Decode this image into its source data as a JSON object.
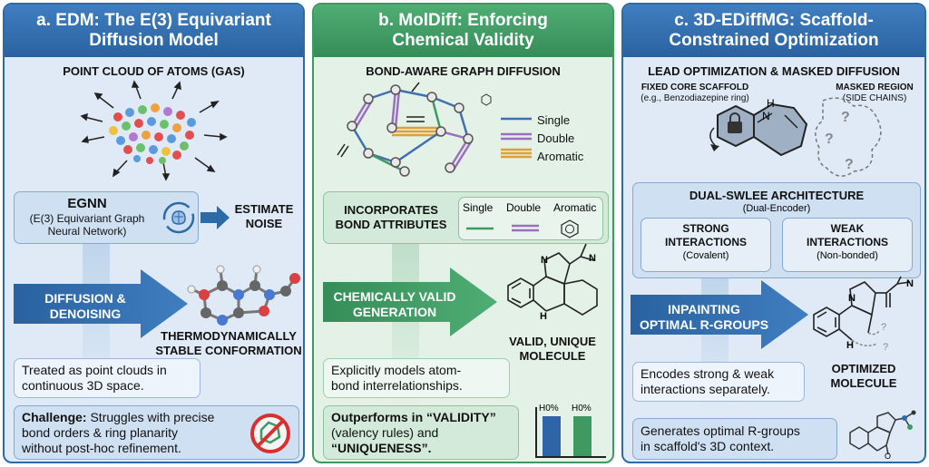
{
  "panel_a": {
    "title_line1": "a. EDM: The E(3) Equivariant",
    "title_line2": "Diffusion Model",
    "subtitle": "POINT CLOUD OF ATOMS (GAS)",
    "egnn_title": "EGNN",
    "egnn_desc_line1": "(E(3) Equivariant Graph",
    "egnn_desc_line2": "Neural Network)",
    "estimate_line1": "ESTIMATE",
    "estimate_line2": "NOISE",
    "arrow_line1": "DIFFUSION &",
    "arrow_line2": "DENOISING",
    "stable_line1": "THERMODYNAMICALLY",
    "stable_line2": "STABLE CONFORMATION",
    "note_line1": "Treated as point clouds in",
    "note_line2": "continuous 3D space.",
    "challenge_label": "Challenge:",
    "challenge_text1": " Struggles with precise",
    "challenge_text2": "bond orders & ring planarity",
    "challenge_text3": "without post-hoc refinement."
  },
  "panel_b": {
    "title_line1": "b. MolDiff: Enforcing",
    "title_line2": "Chemical Validity",
    "subtitle": "BOND-AWARE GRAPH DIFFUSION",
    "legend_single": "Single",
    "legend_double": "Double",
    "legend_aromatic": "Aromatic",
    "incorporates_line1": "INCORPORATES",
    "incorporates_line2": "BOND ATTRIBUTES",
    "bond_single": "Single",
    "bond_double": "Double",
    "bond_aromatic": "Aromatic",
    "arrow_line1": "CHEMICALLY VALID",
    "arrow_line2": "GENERATION",
    "valid_line1": "VALID, UNIQUE",
    "valid_line2": "MOLECULE",
    "atom_n1": "N",
    "atom_n2": "N",
    "atom_h": "H",
    "note_line1": "Explicitly models atom-",
    "note_line2": "bond interrelationships.",
    "out_bold1": "Outperforms in “VALIDITY”",
    "out_text2": "(valency rules) and",
    "out_bold3": "“UNIQUENESS”.",
    "bar_label_1": "H0%",
    "bar_label_2": "H0%",
    "bar_color_1": "#2f64a6",
    "bar_color_2": "#3f9a62"
  },
  "panel_c": {
    "title_line1": "c. 3D-EDiffMG: Scaffold-",
    "title_line2": "Constrained Optimization",
    "subtitle": "LEAD OPTIMIZATION & MASKED DIFFUSION",
    "core_line1": "FIXED CORE SCAFFOLD",
    "core_line2": "(e.g., Benzodiazepine ring)",
    "masked_line1": "MASKED REGION",
    "masked_line2": "(SIDE CHAINS)",
    "atom_h": "H",
    "atom_n": "N",
    "q1": "?",
    "q2": "?",
    "q3": "?",
    "dual_title": "DUAL-SWLEE ARCHITECTURE",
    "dual_sub": "(Dual-Encoder)",
    "strong_line1": "STRONG",
    "strong_line2": "INTERACTIONS",
    "strong_line3": "(Covalent)",
    "weak_line1": "WEAK",
    "weak_line2": "INTERACTIONS",
    "weak_line3": "(Non-bonded)",
    "arrow_line1": "INPAINTING",
    "arrow_line2": "OPTIMAL R-GROUPS",
    "opt_line1": "OPTIMIZED",
    "opt_line2": "MOLECULE",
    "mol_n1": "N",
    "mol_n2": "N",
    "mol_h": "H",
    "mol_q1": "?",
    "mol_q2": "?",
    "enc_line1": "Encodes strong & weak",
    "enc_line2": "interactions separately.",
    "gen_line1": "Generates optimal R-groups",
    "gen_line2": "in scaffold's 3D context.",
    "mini_o": "O"
  },
  "colors": {
    "blue_header": "#2d6aa8",
    "green_header": "#3f9a62",
    "single_bond": "#3f6fb0",
    "double_bond": "#9b6fc0",
    "aromatic_bond": "#e0a038"
  }
}
